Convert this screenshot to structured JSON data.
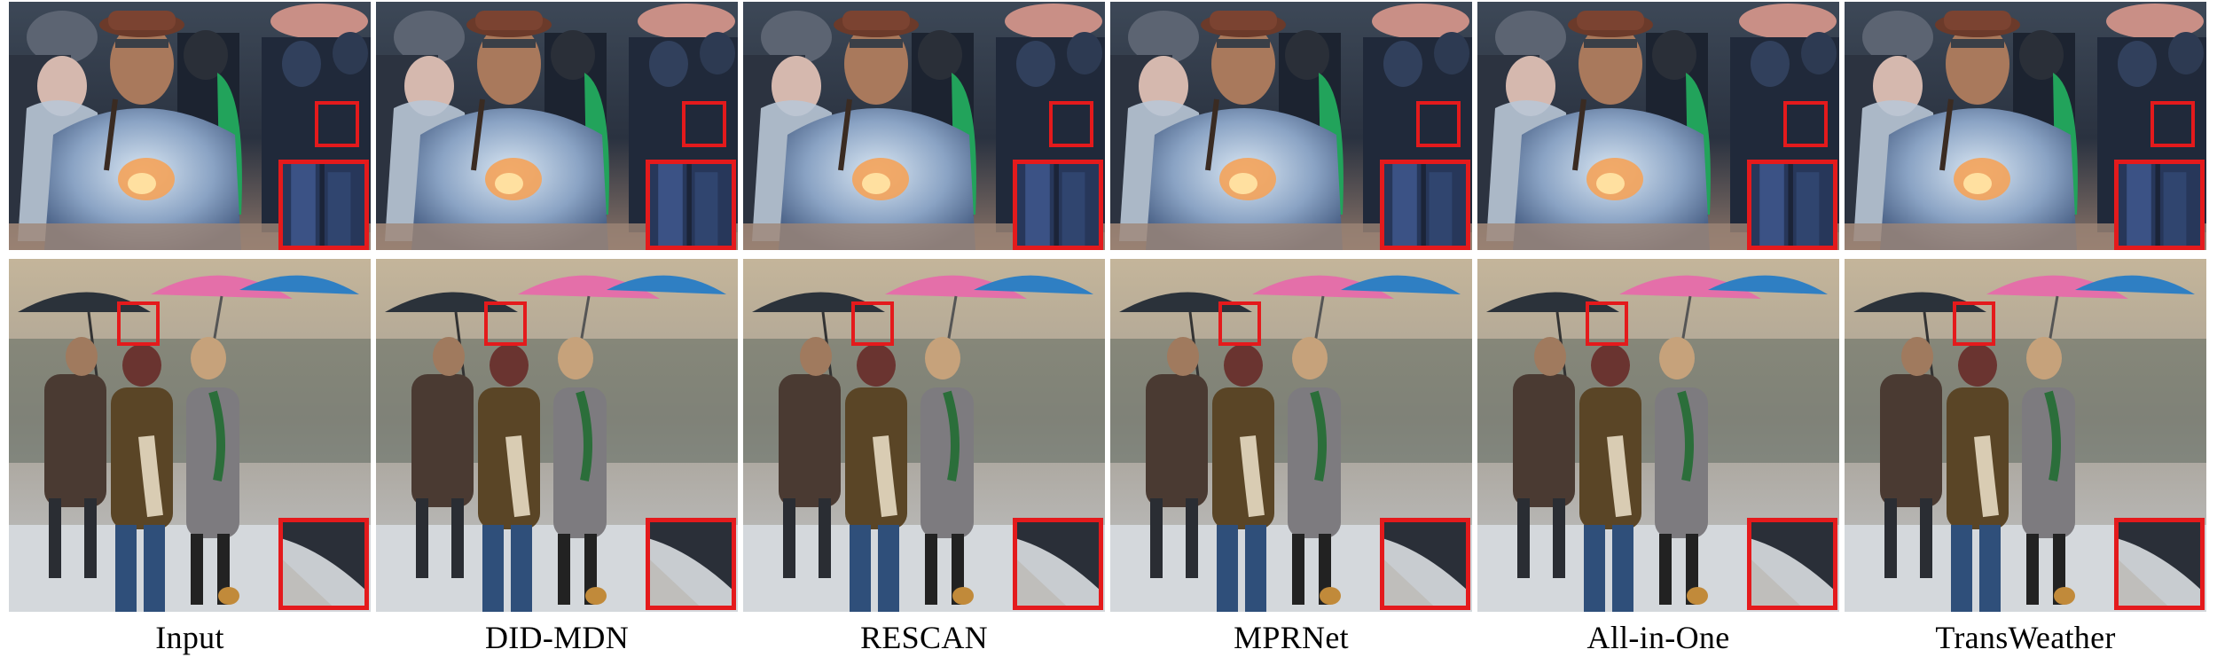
{
  "figure": {
    "methods": [
      "Input",
      "DID-MDN",
      "RESCAN",
      "MPRNet",
      "All-in-One",
      "TransWeather"
    ],
    "rows": [
      "scene-1-raincoat-crowd",
      "scene-2-umbrellas-street"
    ]
  },
  "colors": {
    "highlight": "#e41a1c",
    "background": "#ffffff"
  }
}
